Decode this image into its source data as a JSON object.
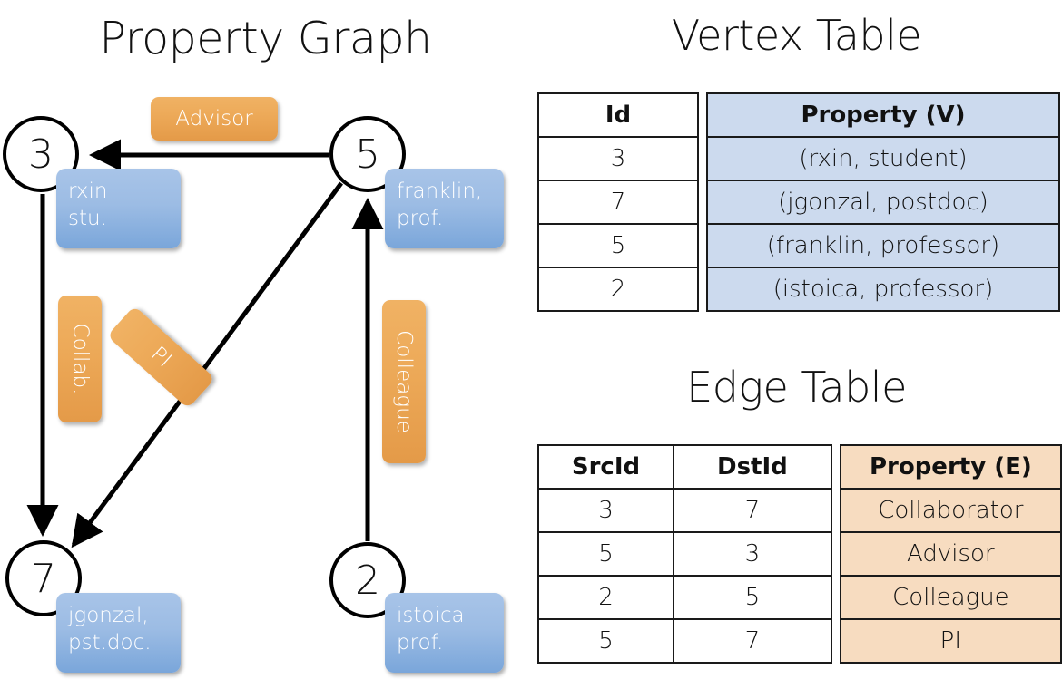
{
  "titles": {
    "property_graph": "Property Graph",
    "vertex_table": "Vertex Table",
    "edge_table": "Edge Table"
  },
  "graph": {
    "vertices": [
      {
        "id": "3",
        "property": "rxin\nstu."
      },
      {
        "id": "5",
        "property": "franklin,\nprof."
      },
      {
        "id": "7",
        "property": "jgonzal,\npst.doc."
      },
      {
        "id": "2",
        "property": "istoica\nprof."
      }
    ],
    "edge_labels": [
      {
        "label": "Advisor"
      },
      {
        "label": "Collab."
      },
      {
        "label": "PI"
      },
      {
        "label": "Colleague"
      }
    ],
    "colors": {
      "vertex_box": "#9cbce4",
      "edge_box": "#edaa59",
      "stroke": "#000000"
    }
  },
  "vertex_table": {
    "headers": [
      "Id",
      "Property (V)"
    ],
    "rows": [
      {
        "id": "3",
        "property": "(rxin, student)"
      },
      {
        "id": "7",
        "property": "(jgonzal, postdoc)"
      },
      {
        "id": "5",
        "property": "(franklin, professor)"
      },
      {
        "id": "2",
        "property": "(istoica, professor)"
      }
    ],
    "accent": "#ccdaee"
  },
  "edge_table": {
    "headers": [
      "SrcId",
      "DstId",
      "Property (E)"
    ],
    "rows": [
      {
        "src": "3",
        "dst": "7",
        "property": "Collaborator"
      },
      {
        "src": "5",
        "dst": "3",
        "property": "Advisor"
      },
      {
        "src": "2",
        "dst": "5",
        "property": "Colleague"
      },
      {
        "src": "5",
        "dst": "7",
        "property": "PI"
      }
    ],
    "accent": "#f7dcc0"
  }
}
